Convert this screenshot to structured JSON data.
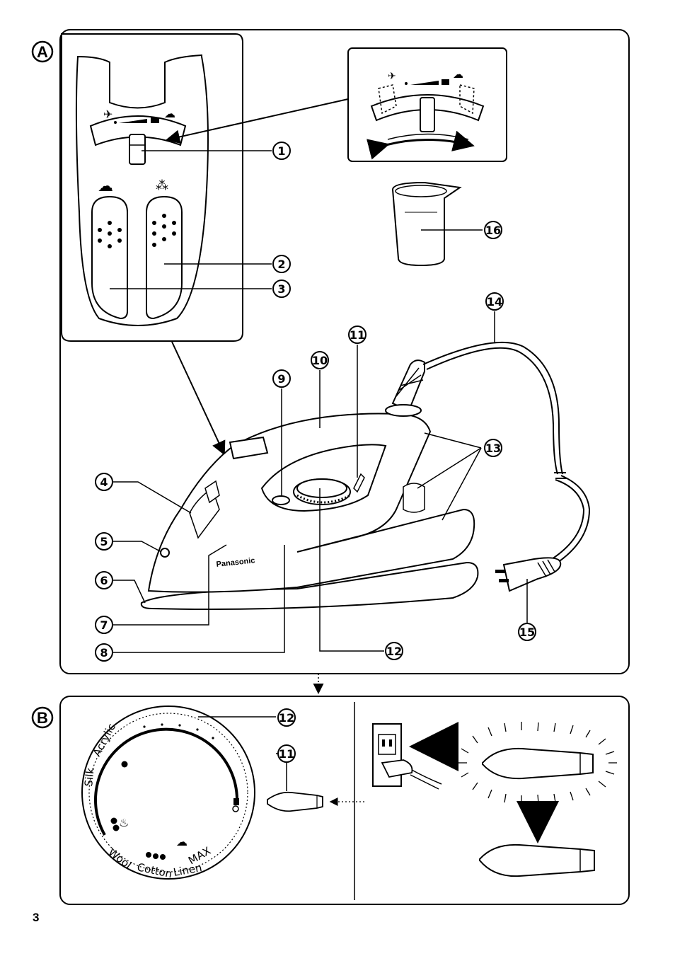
{
  "sections": {
    "a": "A",
    "b": "B"
  },
  "callouts": {
    "c1": "1",
    "c2": "2",
    "c3": "3",
    "c4": "4",
    "c5": "5",
    "c6": "6",
    "c7": "7",
    "c8": "8",
    "c9": "9",
    "c10": "10",
    "c11": "11",
    "c12": "12",
    "c13": "13",
    "c14": "14",
    "c15": "15",
    "c16": "16"
  },
  "iron": {
    "brand": "Panasonic"
  },
  "dial": {
    "labels": {
      "acrylic": "Acrylic",
      "silk": "Silk",
      "wool": "Wool",
      "cotton": "Cotton",
      "linen": "Linen",
      "max": "MAX"
    }
  },
  "page_number": "3"
}
